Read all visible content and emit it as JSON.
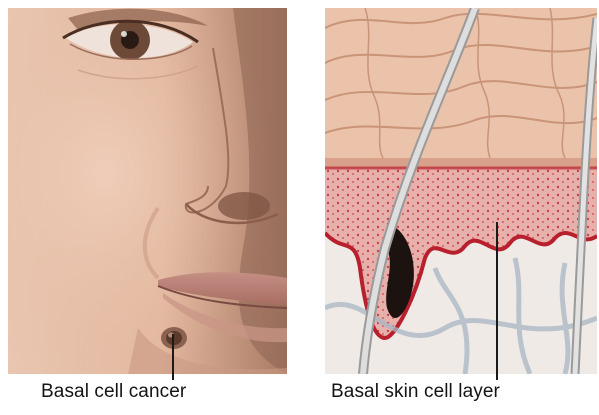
{
  "captions": {
    "left": "Basal cell cancer",
    "right": "Basal skin cell layer"
  },
  "icons": {
    "left_panel": "face-illustration",
    "right_panel": "skin-cross-section-illustration"
  },
  "colors": {
    "skin": "#e8c2a8",
    "skin_shadow": "#b98c74",
    "epidermis_pink": "#e6b9b0",
    "basal_layer_red": "#d0303c",
    "dermis": "#eeeae6",
    "lesion": "#5a3a2a",
    "hair_shaft": "#d8d8d8"
  }
}
